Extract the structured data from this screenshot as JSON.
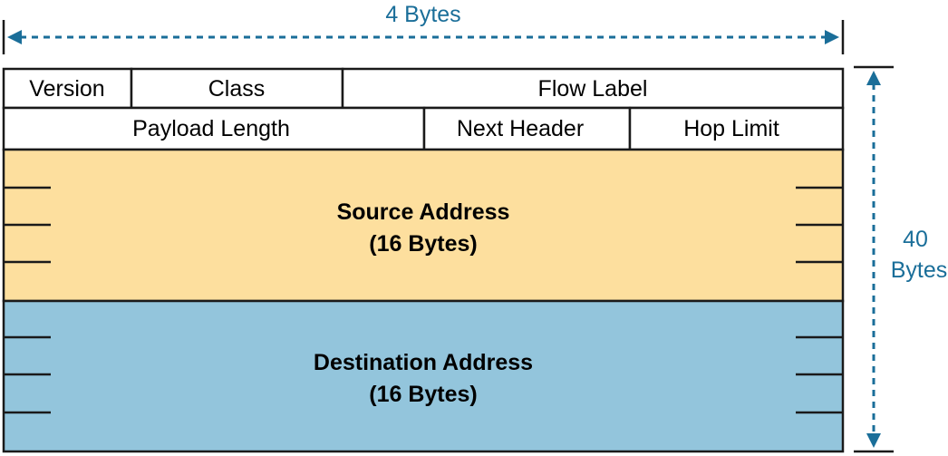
{
  "width_dimension": {
    "label": "4 Bytes"
  },
  "height_dimension": {
    "line1": "40",
    "line2": "Bytes"
  },
  "header_row1": {
    "version": "Version",
    "class": "Class",
    "flow_label": "Flow Label"
  },
  "header_row2": {
    "payload_length": "Payload Length",
    "next_header": "Next Header",
    "hop_limit": "Hop Limit"
  },
  "source_address": {
    "title": "Source Address",
    "size": "(16 Bytes)"
  },
  "destination_address": {
    "title": "Destination Address",
    "size": "(16 Bytes)"
  },
  "colors": {
    "dimension": "#1a6e99",
    "source_fill": "#fddf9e",
    "destination_fill": "#93c5dc",
    "border": "#1a1a1a"
  }
}
